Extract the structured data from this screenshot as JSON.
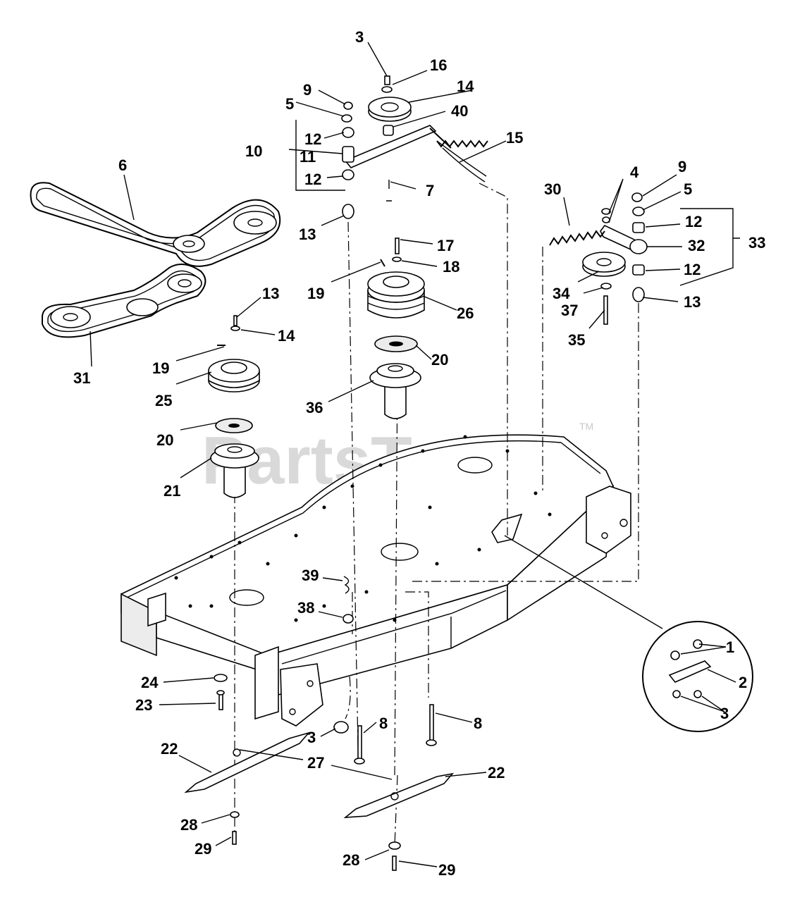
{
  "watermark": {
    "text": "PartsTree",
    "trademark": "TM"
  },
  "callouts": [
    {
      "id": "c1",
      "text": "3"
    },
    {
      "id": "c2",
      "text": "16"
    },
    {
      "id": "c3",
      "text": "14"
    },
    {
      "id": "c4",
      "text": "9"
    },
    {
      "id": "c5",
      "text": "40"
    },
    {
      "id": "c6",
      "text": "5"
    },
    {
      "id": "c7",
      "text": "15"
    },
    {
      "id": "c8",
      "text": "12"
    },
    {
      "id": "c9",
      "text": "10"
    },
    {
      "id": "c10",
      "text": "11"
    },
    {
      "id": "c11",
      "text": "12"
    },
    {
      "id": "c12",
      "text": "7"
    },
    {
      "id": "c13",
      "text": "6"
    },
    {
      "id": "c14",
      "text": "13"
    },
    {
      "id": "c15",
      "text": "17"
    },
    {
      "id": "c16",
      "text": "18"
    },
    {
      "id": "c17",
      "text": "19"
    },
    {
      "id": "c18",
      "text": "26"
    },
    {
      "id": "c19",
      "text": "13"
    },
    {
      "id": "c20",
      "text": "14"
    },
    {
      "id": "c21",
      "text": "19"
    },
    {
      "id": "c22",
      "text": "31"
    },
    {
      "id": "c23",
      "text": "25"
    },
    {
      "id": "c24",
      "text": "20"
    },
    {
      "id": "c25",
      "text": "36"
    },
    {
      "id": "c26",
      "text": "20"
    },
    {
      "id": "c27",
      "text": "21"
    },
    {
      "id": "c28",
      "text": "30"
    },
    {
      "id": "c29",
      "text": "4"
    },
    {
      "id": "c30",
      "text": "9"
    },
    {
      "id": "c31",
      "text": "5"
    },
    {
      "id": "c32",
      "text": "12"
    },
    {
      "id": "c33",
      "text": "33"
    },
    {
      "id": "c34",
      "text": "32"
    },
    {
      "id": "c35",
      "text": "12"
    },
    {
      "id": "c36",
      "text": "34"
    },
    {
      "id": "c37",
      "text": "37"
    },
    {
      "id": "c38",
      "text": "13"
    },
    {
      "id": "c39",
      "text": "35"
    },
    {
      "id": "c40",
      "text": "39"
    },
    {
      "id": "c41",
      "text": "38"
    },
    {
      "id": "c42",
      "text": "24"
    },
    {
      "id": "c43",
      "text": "23"
    },
    {
      "id": "c44",
      "text": "3"
    },
    {
      "id": "c45",
      "text": "8"
    },
    {
      "id": "c46",
      "text": "8"
    },
    {
      "id": "c47",
      "text": "22"
    },
    {
      "id": "c48",
      "text": "27"
    },
    {
      "id": "c49",
      "text": "22"
    },
    {
      "id": "c50",
      "text": "28"
    },
    {
      "id": "c51",
      "text": "29"
    },
    {
      "id": "c52",
      "text": "28"
    },
    {
      "id": "c53",
      "text": "29"
    },
    {
      "id": "c54",
      "text": "1"
    },
    {
      "id": "c55",
      "text": "2"
    },
    {
      "id": "c56",
      "text": "3"
    }
  ]
}
